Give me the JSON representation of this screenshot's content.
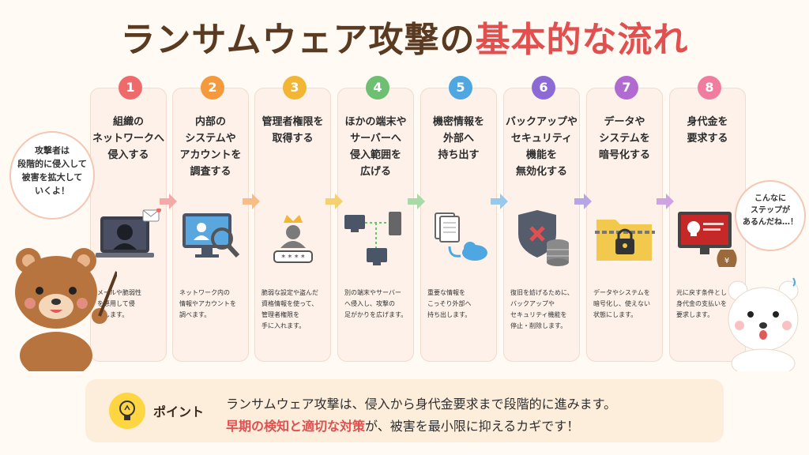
{
  "title": {
    "part1": "ランサムウェア攻撃の",
    "part2": "基本的な流れ"
  },
  "colors": {
    "title_dark": "#5b3a22",
    "title_accent": "#e24f4f"
  },
  "steps": [
    {
      "number": "1",
      "heading": "組織の\nネットワークへ\n侵入する",
      "description": "メールや脆弱性\nを悪用して侵\n入します。",
      "color": "#ef6b6b",
      "icon": "hacker-laptop-icon"
    },
    {
      "number": "2",
      "heading": "内部の\nシステムや\nアカウントを\n調査する",
      "description": "ネットワーク内の\n情報やアカウントを\n調べます。",
      "color": "#f59a3c",
      "icon": "monitor-search-icon"
    },
    {
      "number": "3",
      "heading": "管理者権限を\n取得する",
      "description": "脆弱な設定や盗んだ\n資格情報を使って、\n管理者権限を\n手に入れます。",
      "color": "#f2b634",
      "icon": "admin-crown-icon"
    },
    {
      "number": "4",
      "heading": "ほかの端末や\nサーバーへ\n侵入範囲を\n広げる",
      "description": "別の端末やサーバー\nへ侵入し、攻撃の\n足がかりを広げます。",
      "color": "#6fbf73",
      "icon": "network-spread-icon"
    },
    {
      "number": "5",
      "heading": "機密情報を\n外部へ\n持ち出す",
      "description": "重要な情報を\nこっそり外部へ\n持ち出します。",
      "color": "#4ea7e0",
      "icon": "document-cloud-icon"
    },
    {
      "number": "6",
      "heading": "バックアップや\nセキュリティ\n機能を\n無効化する",
      "description": "復旧を妨げるために、\nバックアップや\nセキュリティ機能を\n停止・削除します。",
      "color": "#8b6ad6",
      "icon": "shield-database-icon"
    },
    {
      "number": "7",
      "heading": "データや\nシステムを\n暗号化する",
      "description": "データやシステムを\n暗号化し、使えない\n状態にします。",
      "color": "#b06ad0",
      "icon": "locked-folder-icon"
    },
    {
      "number": "8",
      "heading": "身代金を\n要求する",
      "description": "元に戻す条件とし\n身代金の支払いを\n要求します。",
      "color": "#f07ca0",
      "icon": "ransom-screen-icon"
    }
  ],
  "arrow_colors": [
    "#f4a9a9",
    "#f8bd85",
    "#f5d070",
    "#a8d9a8",
    "#97c9ee",
    "#b7a5e6",
    "#cfa3e3"
  ],
  "bubble_left": "攻撃者は\n段階的に侵入して\n被害を拡大して\nいくよ！",
  "bubble_right": "こんなに\nステップが\nあるんだね…！",
  "point": {
    "label": "ポイント",
    "line1": "ランサムウェア攻撃は、侵入から身代金要求まで段階的に進みます。",
    "line2_highlight1": "早期の検知",
    "line2_mid": "と",
    "line2_highlight2": "適切な対策",
    "line2_rest": "が、被害を最小限に抑えるカギです！"
  }
}
